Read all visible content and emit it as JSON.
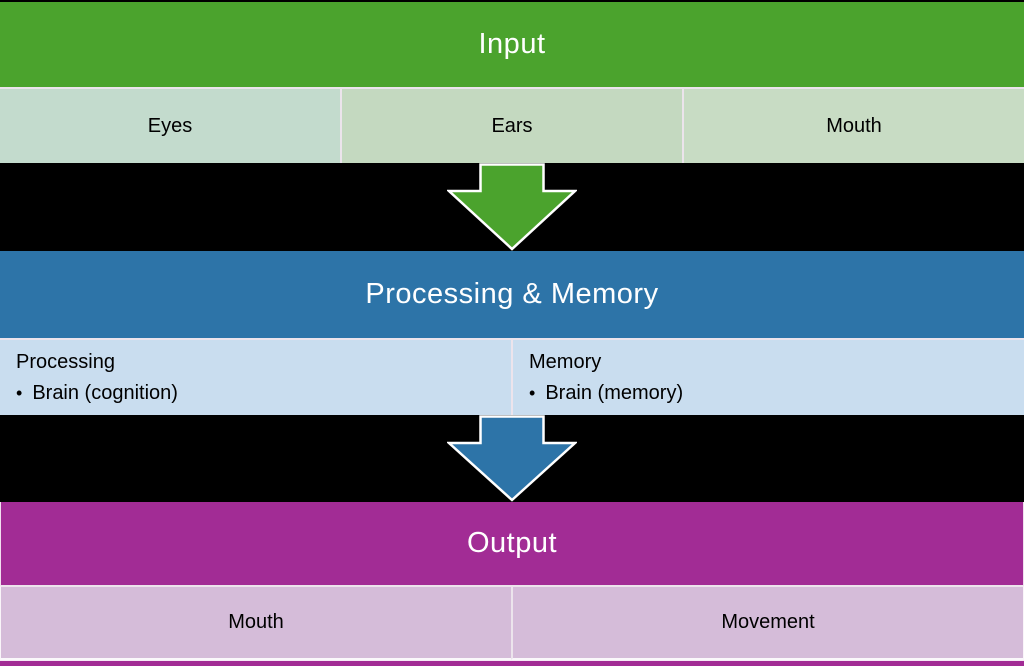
{
  "colors": {
    "page-bg": "#000000",
    "green-header": "#4ba32d",
    "cell-eyes": "#c3dbcd",
    "cell-ears": "#c4d9c0",
    "cell-mouth": "#c8dcc4",
    "blue-header": "#2d74a8",
    "blue-cell": "#c9ddef",
    "purple-header": "#a22c95",
    "purple-cell": "#d5bcd9",
    "header-text": "#ffffff",
    "cell-text": "#000000",
    "cell-border": "#ece4ec"
  },
  "input": {
    "title": "Input",
    "cells": [
      "Eyes",
      "Ears",
      "Mouth"
    ]
  },
  "processing": {
    "title": "Processing & Memory",
    "cells": [
      {
        "label": "Processing",
        "bullet_char": "•",
        "item": "Brain (cognition)"
      },
      {
        "label": "Memory",
        "bullet_char": "•",
        "item": "Brain (memory)"
      }
    ]
  },
  "output": {
    "title": "Output",
    "cells": [
      "Mouth",
      "Movement"
    ]
  }
}
